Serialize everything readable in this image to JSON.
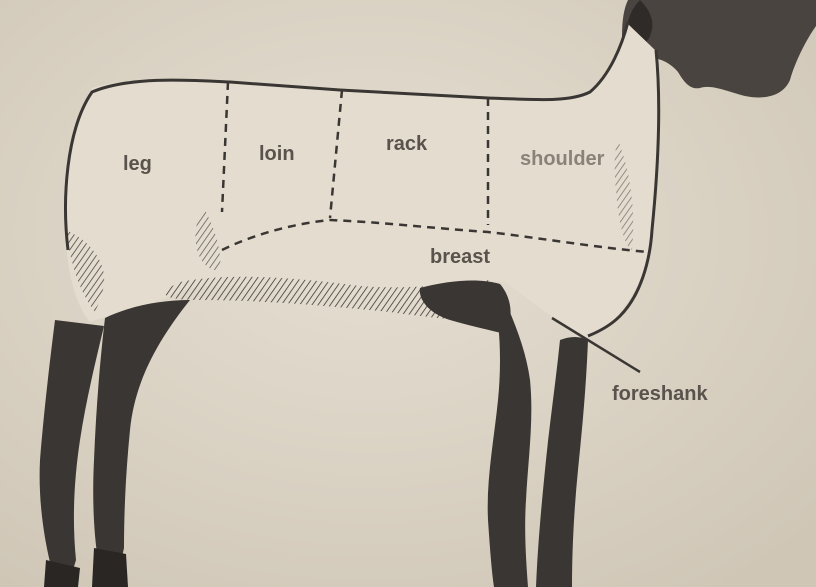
{
  "diagram": {
    "labels": {
      "leg": "leg",
      "loin": "loin",
      "rack": "rack",
      "shoulder": "shoulder",
      "breast": "breast",
      "foreshank": "foreshank"
    }
  },
  "colors": {
    "paper": "#d9d1c2",
    "paper_light": "#e7e0d3",
    "ink": "#3a3633",
    "label_ink": "#5a534d",
    "shoulder_label": "#8a8178"
  }
}
